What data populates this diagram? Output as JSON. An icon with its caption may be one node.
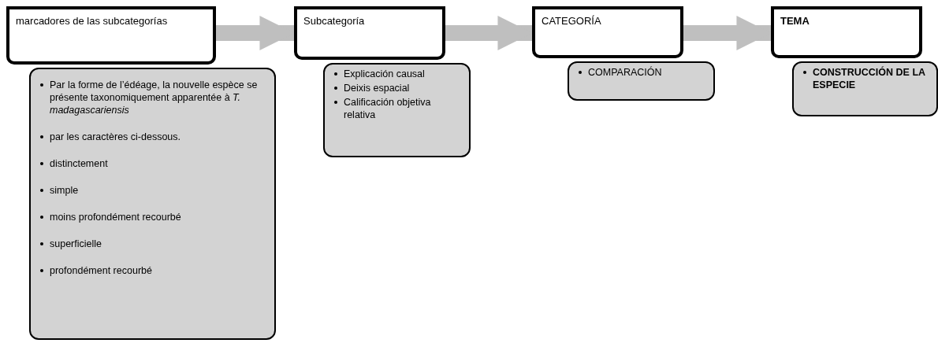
{
  "diagram": {
    "nodes": [
      {
        "text": [
          "marcadores de las subcategorías"
        ]
      },
      {
        "text": [
          "Par la forme de l’édéage, la nouvelle espèce se présente taxonomiquement apparentée à *T. madagascariensis*",
          "par les caractères ci-dessous.",
          "distinctement",
          "simple",
          "moins profondément recourbé",
          "superficielle",
          "profondément recourbé"
        ]
      },
      {
        "text": [
          "Subcategoría"
        ]
      },
      {
        "text": [
          "Explicación causal",
          "Deixis espacial",
          "Calificación objetiva relativa"
        ]
      },
      {
        "text": [
          "CATEGORÍA"
        ]
      },
      {
        "text": [
          "COMPARACIÓN"
        ]
      },
      {
        "text": [
          "TEMA"
        ]
      },
      {
        "text": [
          "CONSTRUCCIÓN DE LA ESPECIE"
        ]
      }
    ],
    "edges": [
      {
        "from": 0,
        "to": 2,
        "arrow": "to"
      },
      {
        "from": 2,
        "to": 4,
        "arrow": "to"
      },
      {
        "from": 4,
        "to": 6,
        "arrow": "to"
      }
    ]
  }
}
